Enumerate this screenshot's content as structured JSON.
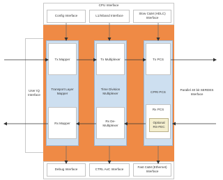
{
  "top": {
    "cpu_interface": "CPU Interface",
    "config_interface": "Config Interface",
    "l1_inband_interface": "L1/Inband Interface",
    "slow_cm_line1": "Slow C&M (HDLC)",
    "slow_cm_line2": "Interface"
  },
  "left": {
    "user_iq_line1": "User IQ",
    "user_iq_line2": "Interface"
  },
  "right": {
    "serdes_line1": "Parallel 40 bit SERDES",
    "serdes_line2": "Interface"
  },
  "columns": {
    "transport": {
      "tx": "Tx Mapper",
      "label_line1": "Transport Layer",
      "label_line2": "Mapper",
      "rx": "Rx Mapper"
    },
    "tdm": {
      "tx": "Tx Multiplexer",
      "label_line1": "Time Division",
      "label_line2": "Multiplexer",
      "rx_line1": "Rx De-",
      "rx_line2": "Multiplexer"
    },
    "cpri": {
      "tx": "Tx PCS",
      "label": "CPRI PCS",
      "rx": "Rx PCS",
      "fec_line1": "Optional",
      "fec_line2": "RS-FEC"
    }
  },
  "bottom": {
    "debug_interface": "Debug Interface",
    "ctrl_axc_interface": "CTRL AxC Interface",
    "fast_cm_line1": "Fast C&M (Ethernet)",
    "fast_cm_line2": "Interface"
  },
  "colors": {
    "orange": "#ef8a45",
    "column_blue": "#cddff0",
    "fec_yellow": "#f4efcf"
  }
}
